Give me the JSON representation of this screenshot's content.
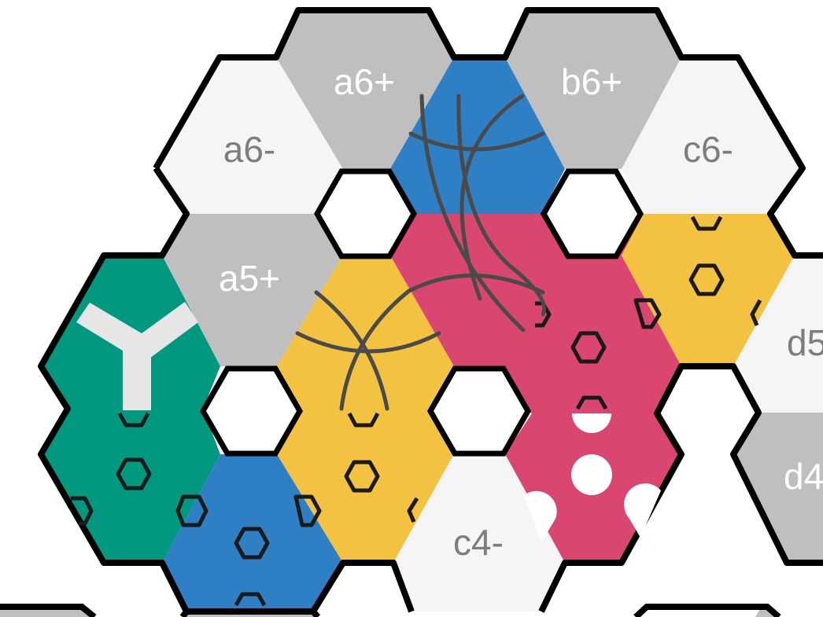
{
  "colors": {
    "teal": "#00997f",
    "blue": "#2f7fc4",
    "yellow": "#f4c241",
    "pink": "#d9466f",
    "light_gray": "#c0bfc0",
    "off_white": "#f5f5f5",
    "outline": "#000000",
    "label": "#7d7d7d",
    "arc": "#4a4a4a",
    "white": "#ffffff"
  },
  "board": {
    "labels": {
      "a6_minus": "a6-",
      "a6_plus": "a6+",
      "b6_plus": "b6+",
      "c6_minus": "c6-",
      "a5_plus": "a5+",
      "c4_minus": "c4-",
      "d5_partial": "d5",
      "d4_partial": "d4"
    },
    "icons": {
      "y_symbol": "y-glyph-icon",
      "small_hexagon": "hexagon-outline-icon",
      "dots": "white-dot-icon",
      "arcs": "curved-line-icon"
    }
  }
}
